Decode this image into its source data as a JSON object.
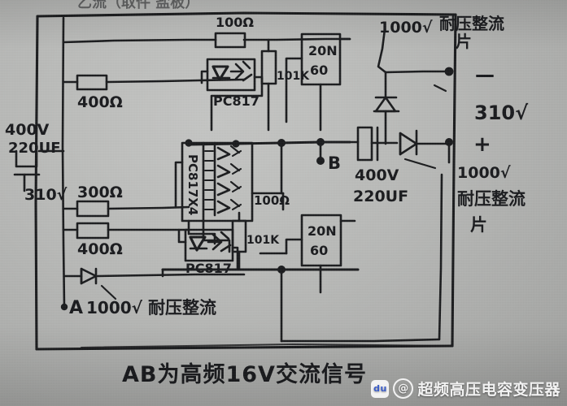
{
  "image": {
    "kind": "hand-drawn-circuit-schematic",
    "paper_color": "#b6b7b5",
    "ink_color": "#17181a"
  },
  "title_top_cropped": "乙流（取件 盐板）",
  "caption": {
    "text": "AB为高频16V交流信号"
  },
  "watermark": {
    "badge": "du",
    "at": "@",
    "text": "超频高压电容变压器"
  },
  "labels": {
    "r_top_100": "100Ω",
    "r_left_400a": "400Ω",
    "r_left_300": "300Ω",
    "r_left_400b": "400Ω",
    "r_mid_100": "100Ω",
    "r_101k_top": "101K",
    "r_101k_bottom": "101K",
    "opto_top": "PC817",
    "opto_bottom": "PC817",
    "opto_array": "PC817X4",
    "mos_top_line1": "20N",
    "mos_top_line2": "60",
    "mos_bottom_line1": "20N",
    "mos_bottom_line2": "60",
    "cap_left_line1": "400V",
    "cap_left_line2": "220UF",
    "cap_left_value": "310√",
    "cap_right_line1": "400V",
    "cap_right_line2": "220UF",
    "out_voltage": "310√",
    "out_minus": "—",
    "out_plus": "+",
    "node_a": "A",
    "node_b": "B",
    "diode_a_line1": "1000√",
    "diode_a_line2": "耐压整流",
    "diode_top_line1": "1000√",
    "diode_top_line2": "耐压整流",
    "diode_right_line1": "1000√",
    "diode_right_line2": "耐压整流",
    "diode_right_line3": "片"
  }
}
